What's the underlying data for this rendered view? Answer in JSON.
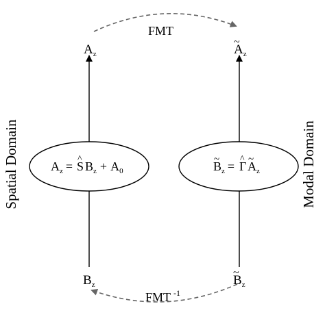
{
  "nodes": {
    "top_left": {
      "base": "A",
      "sub": "z"
    },
    "top_right": {
      "accent": "~",
      "base": "A",
      "sub": "z"
    },
    "bottom_left": {
      "base": "B",
      "sub": "z"
    },
    "bottom_right": {
      "accent": "~",
      "base": "B",
      "sub": "z"
    }
  },
  "equations": {
    "left": {
      "lhs_base": "A",
      "lhs_sub": "z",
      "eq": "=",
      "op_accent": "^",
      "op_base": "S",
      "term_base": "B",
      "term_sub": "z",
      "plus": "+",
      "const_base": "A",
      "const_sub": "0"
    },
    "right": {
      "lhs_accent": "~",
      "lhs_base": "B",
      "lhs_sub": "z",
      "eq": "=",
      "op_accent": "^",
      "op_base": "Γ",
      "term_accent": "~",
      "term_base": "A",
      "term_sub": "z"
    }
  },
  "transforms": {
    "forward": {
      "label": "FMT"
    },
    "inverse": {
      "label": "FMT",
      "sup": "-1"
    }
  },
  "domains": {
    "left": "Spatial Domain",
    "right": "Modal Domain"
  },
  "colors": {
    "line": "#000000",
    "dashed_arrow": "#666666",
    "ellipse_fill": "#ffffff"
  }
}
